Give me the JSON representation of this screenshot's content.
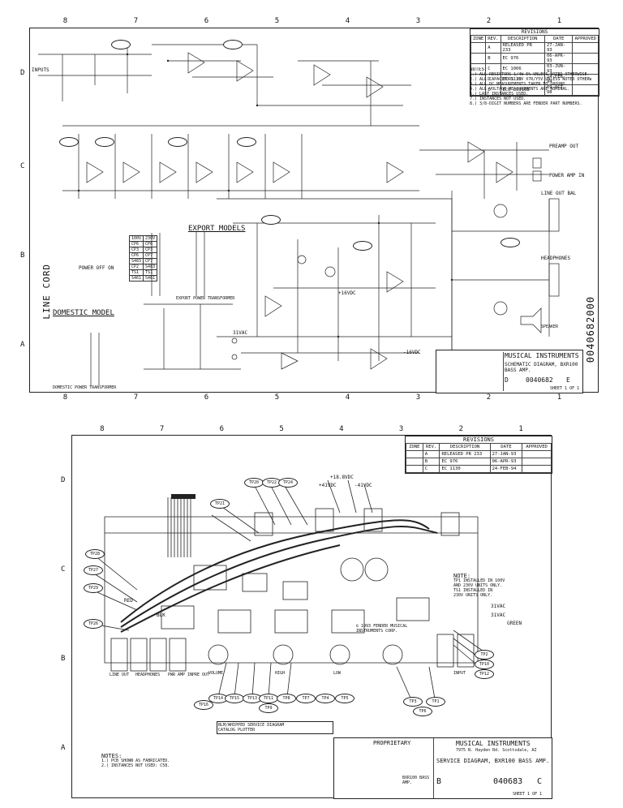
{
  "top_sheet": {
    "zones_top": [
      "8",
      "7",
      "6",
      "5",
      "4",
      "3",
      "2",
      "1"
    ],
    "zones_bottom": [
      "8",
      "7",
      "6",
      "5",
      "4",
      "3",
      "2",
      "1"
    ],
    "zones_side": [
      "D",
      "C",
      "B",
      "A"
    ],
    "revisions": {
      "heading": "REVISIONS",
      "columns": [
        "ZONE",
        "REV.",
        "DESCRIPTION",
        "DATE",
        "APPROVED"
      ],
      "rows": [
        {
          "rev": "A",
          "desc": "RELEASED PR 233",
          "date": "27-JAN-93"
        },
        {
          "rev": "B",
          "desc": "EC 976",
          "date": "06-APR-93"
        },
        {
          "rev": "C",
          "desc": "EC 1006",
          "date": "03-JUN-93"
        },
        {
          "rev": "D",
          "desc": "EC 1130",
          "date": "24-FEB-94"
        },
        {
          "rev": "E",
          "desc": "ECO LO316B",
          "date": "09-OCT-98"
        }
      ]
    },
    "notes_heading": "NOTES:",
    "notes": [
      "1.) ALL RESISTORS 1/4W 5% UNLESS NOTED OTHERWISE.",
      "2.) ALL CAPACITORS 25V X7R/Y5V UNLESS NOTED OTHERWISE.",
      "3.) ALL DC MEASUREMENTS TAKEN TO GROUND.",
      "4.) ALL VOLTAGE MEASUREMENTS ARE NOMINAL.",
      "5.) LAST INSTANCES USED.",
      "7.) INSTANCES NOT USED.",
      "8.) 3/8-DIGIT NUMBERS ARE FENDER PART NUMBERS."
    ],
    "labels": {
      "inputs": "INPUTS",
      "preamp_out": "PREAMP OUT",
      "power_amp_in": "POWER AMP IN",
      "line_out_bal": "LINE OUT BAL",
      "headphones": "HEADPHONES",
      "export_models": "EXPORT MODELS",
      "export_pt": "EXPORT POWER TRANSFORMER",
      "domestic_model": "DOMESTIC MODEL",
      "domestic_pt": "DOMESTIC POWER TRANSFORMER",
      "line_cord": "LINE CORD",
      "power_switch": "POWER OFF ON",
      "speaker": "SPEAKER"
    },
    "export_table": [
      [
        "100V",
        "230V"
      ],
      [
        "CP6",
        "CP6"
      ],
      [
        "CP3",
        "CP3"
      ],
      [
        "CP6",
        "CP7"
      ],
      [
        "S483",
        "CP7"
      ],
      [
        "CP2",
        "S483"
      ],
      [
        "TS1",
        "TS1"
      ],
      [
        "S461",
        "S461"
      ]
    ],
    "rails": {
      "pos": "+16VDC",
      "neg": "-16VDC",
      "vac": "31VAC"
    },
    "title_block": {
      "company": "MUSICAL INSTRUMENTS",
      "title": "SCHEMATIC DIAGRAM, BXR100 BASS AMP.",
      "size": "D",
      "drawing_number": "0040682",
      "rev": "E",
      "sheet": "SHEET 1 OF 1",
      "side_number": "0040682000"
    }
  },
  "bottom_sheet": {
    "zones_top": [
      "8",
      "7",
      "6",
      "5",
      "4",
      "3",
      "2",
      "1"
    ],
    "zones_side": [
      "D",
      "C",
      "B",
      "A"
    ],
    "revisions": {
      "heading": "REVISIONS",
      "columns": [
        "ZONE",
        "REV.",
        "DESCRIPTION",
        "DATE",
        "APPROVED"
      ],
      "rows": [
        {
          "rev": "A",
          "desc": "RELEASED PR 233",
          "date": "27-JAN-93"
        },
        {
          "rev": "B",
          "desc": "EC 976",
          "date": "06-APR-93"
        },
        {
          "rev": "C",
          "desc": "EC 1130",
          "date": "24-FEB-94"
        }
      ]
    },
    "voltages": {
      "plus18": "+18.8VDC",
      "plus41": "+41VDC",
      "minus41": "-41VDC",
      "vac31a": "31VAC",
      "vac31b": "31VAC"
    },
    "test_points": [
      "TP20",
      "TP22",
      "TP24",
      "TP21",
      "TP28",
      "TP27",
      "TP29",
      "TP26",
      "TP14",
      "TP15",
      "TP13",
      "TP11",
      "TP8",
      "TP7",
      "TP4",
      "TP5",
      "TP3",
      "TP1",
      "TP2",
      "TP10",
      "TP12",
      "TP16",
      "TP9",
      "TP6"
    ],
    "wire_labels": {
      "green": "GREEN",
      "red": "RED",
      "blk": "BLK"
    },
    "jack_labels": [
      "LINE OUT",
      "HEADPHONES",
      "PWR AMP IN",
      "PRE OUT",
      "VOLUME",
      "HIGH",
      "LOW",
      "INPUT"
    ],
    "note_right": {
      "heading": "NOTE:",
      "lines": [
        "TP1 INSTALLED IN 100V",
        "AND 230V UNITS ONLY.",
        "TS1 INSTALLED IN",
        "230V UNITS ONLY."
      ]
    },
    "copyright": "© 1993 FENDER MUSICAL INSTRUMENTS CORP.",
    "notes_heading": "NOTES:",
    "notes": [
      "1.) PCB SHOWN AS FABRICATED.",
      "2.) INSTANCES NOT USED: C58."
    ],
    "stamp": {
      "line1": "BLM/WHIPPED SERVICE DIAGRAM",
      "line2": "CATALOG PLOTTER"
    },
    "title_block": {
      "proprietary": "PROPRIETARY",
      "company": "MUSICAL INSTRUMENTS",
      "address": "7975 N. Hayden Rd. Scottsdale, AZ",
      "title": "SERVICE DIAGRAM, BXR100 BASS AMP.",
      "size": "B",
      "drawing_number": "040683",
      "rev": "C",
      "sheet": "SHEET 1 OF 1",
      "next_higher": "BXR100 BASS AMP."
    }
  }
}
